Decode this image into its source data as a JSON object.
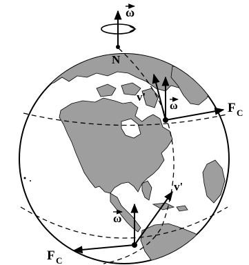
{
  "labels": {
    "omega_top": "ω",
    "north": "N",
    "v_prime_upper": "v'",
    "omega_upper": "ω",
    "force_upper": "F",
    "force_upper_sub": "C",
    "v_prime_lower": "v'",
    "omega_lower": "ω",
    "force_lower": "F",
    "force_lower_sub": "C"
  },
  "colors": {
    "ocean": "#ffffff",
    "land": "#9e9e9e",
    "outline": "#000000"
  }
}
